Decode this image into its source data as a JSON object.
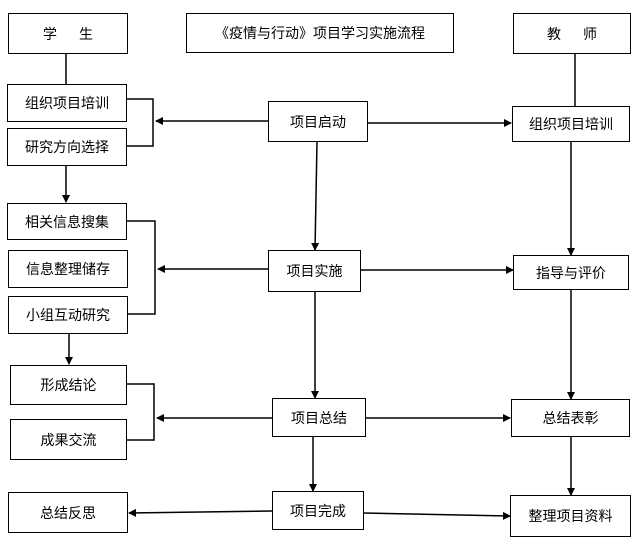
{
  "title": "《疫情与行动》项目学习实施流程",
  "student_header": "学生",
  "teacher_header": "教师",
  "student": {
    "train": "组织项目培训",
    "direction": "研究方向选择",
    "collect": "相关信息搜集",
    "organize": "信息整理储存",
    "group": "小组互动研究",
    "conclude": "形成结论",
    "exchange": "成果交流",
    "reflect": "总结反思"
  },
  "center": {
    "start": "项目启动",
    "implement": "项目实施",
    "summary": "项目总结",
    "complete": "项目完成"
  },
  "teacher": {
    "train": "组织项目培训",
    "guide": "指导与评价",
    "commend": "总结表彰",
    "archive": "整理项目资料"
  }
}
